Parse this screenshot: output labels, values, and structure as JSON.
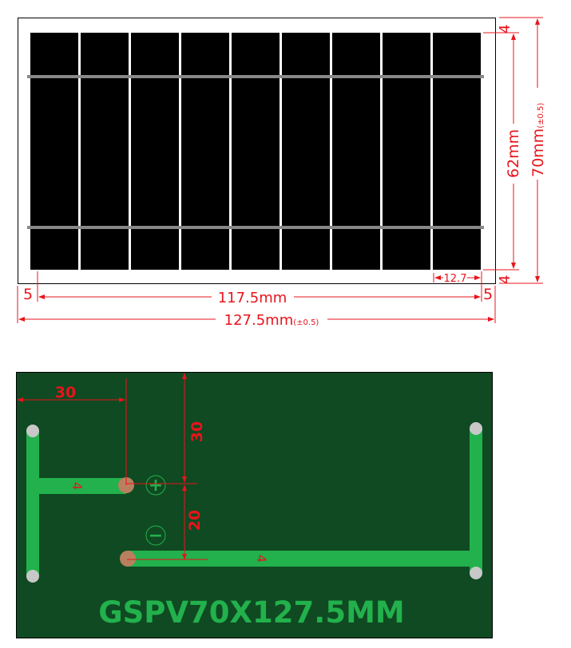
{
  "panel": {
    "cell_count": 9,
    "dims": {
      "top_margin": "4",
      "bottom_margin": "4",
      "cell_height": "62mm",
      "panel_height": "70mm",
      "height_tol": "(±0.5)",
      "left_margin": "5",
      "right_margin": "5",
      "cell_span": "117.5mm",
      "panel_width": "127.5mm",
      "width_tol": "(±0.5)",
      "cell_width": "12.7"
    }
  },
  "pcb": {
    "dims": {
      "x_offset": "30",
      "y_offset": "30",
      "pad_spacing": "20",
      "trace_width_top": "4",
      "trace_width_bottom": "4"
    },
    "plus_symbol": "+",
    "minus_symbol": "−",
    "model": "GSPV70X127.5MM",
    "colors": {
      "board": "#0f4a22",
      "trace": "#22b14c",
      "pad": "#b8805f",
      "dim": "#e8141c"
    }
  }
}
